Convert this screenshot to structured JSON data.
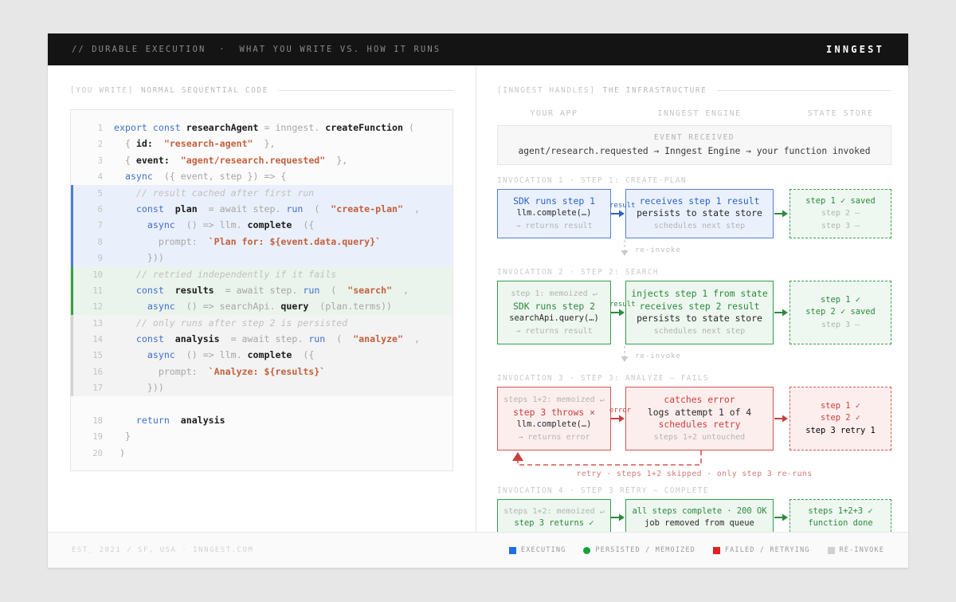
{
  "header": {
    "title": "// DURABLE EXECUTION  ·  WHAT YOU WRITE VS. HOW IT RUNS",
    "logo": "INNGEST"
  },
  "left_pane": {
    "tag": "[YOU WRITE]",
    "label": "NORMAL SEQUENTIAL CODE",
    "code_lines": [
      {
        "n": "1",
        "hl": "none",
        "tokens": [
          {
            "t": "export const ",
            "c": "k"
          },
          {
            "t": "researchAgent",
            "c": "f"
          },
          {
            "t": " = inngest. ",
            "c": "p"
          },
          {
            "t": "createFunction",
            "c": "f"
          },
          {
            "t": " (",
            "c": "p"
          }
        ]
      },
      {
        "n": "2",
        "hl": "none",
        "tokens": [
          {
            "t": "  { ",
            "c": "p"
          },
          {
            "t": "id:",
            "c": "f"
          },
          {
            "t": "  ",
            "c": "p"
          },
          {
            "t": "\"research-agent\"",
            "c": "s"
          },
          {
            "t": "  },",
            "c": "p"
          }
        ]
      },
      {
        "n": "3",
        "hl": "none",
        "tokens": [
          {
            "t": "  { ",
            "c": "p"
          },
          {
            "t": "event:",
            "c": "f"
          },
          {
            "t": "  ",
            "c": "p"
          },
          {
            "t": "\"agent/research.requested\"",
            "c": "s"
          },
          {
            "t": "  },",
            "c": "p"
          }
        ]
      },
      {
        "n": "4",
        "hl": "none",
        "tokens": [
          {
            "t": "  ",
            "c": "p"
          },
          {
            "t": "async",
            "c": "k"
          },
          {
            "t": "  ({ event, step }) => {",
            "c": "p"
          }
        ]
      },
      {
        "n": "5",
        "hl": "blue",
        "tokens": [
          {
            "t": "    // result cached after first run",
            "c": "c"
          }
        ]
      },
      {
        "n": "6",
        "hl": "blue",
        "tokens": [
          {
            "t": "    ",
            "c": "p"
          },
          {
            "t": "const",
            "c": "k"
          },
          {
            "t": "  ",
            "c": "p"
          },
          {
            "t": "plan",
            "c": "f"
          },
          {
            "t": "  = await step. ",
            "c": "p"
          },
          {
            "t": "run",
            "c": "k"
          },
          {
            "t": "  (  ",
            "c": "p"
          },
          {
            "t": "\"create-plan\"",
            "c": "s"
          },
          {
            "t": "  ,",
            "c": "p"
          }
        ]
      },
      {
        "n": "7",
        "hl": "blue",
        "tokens": [
          {
            "t": "      ",
            "c": "p"
          },
          {
            "t": "async",
            "c": "k"
          },
          {
            "t": "  () => llm. ",
            "c": "p"
          },
          {
            "t": "complete",
            "c": "f"
          },
          {
            "t": "  ({",
            "c": "p"
          }
        ]
      },
      {
        "n": "8",
        "hl": "blue",
        "tokens": [
          {
            "t": "        prompt:  ",
            "c": "p"
          },
          {
            "t": "`Plan for: ${event.data.query}`",
            "c": "s"
          }
        ]
      },
      {
        "n": "9",
        "hl": "blue",
        "tokens": [
          {
            "t": "      }))",
            "c": "p"
          }
        ]
      },
      {
        "n": "10",
        "hl": "green",
        "tokens": [
          {
            "t": "    // retried independently if it fails",
            "c": "c"
          }
        ]
      },
      {
        "n": "11",
        "hl": "green",
        "tokens": [
          {
            "t": "    ",
            "c": "p"
          },
          {
            "t": "const",
            "c": "k"
          },
          {
            "t": "  ",
            "c": "p"
          },
          {
            "t": "results",
            "c": "f"
          },
          {
            "t": "  = await step. ",
            "c": "p"
          },
          {
            "t": "run",
            "c": "k"
          },
          {
            "t": "  (  ",
            "c": "p"
          },
          {
            "t": "\"search\"",
            "c": "s"
          },
          {
            "t": "  ,",
            "c": "p"
          }
        ]
      },
      {
        "n": "12",
        "hl": "green",
        "tokens": [
          {
            "t": "      ",
            "c": "p"
          },
          {
            "t": "async",
            "c": "k"
          },
          {
            "t": "  () => searchApi. ",
            "c": "p"
          },
          {
            "t": "query",
            "c": "f"
          },
          {
            "t": "  (plan.terms))",
            "c": "p"
          }
        ]
      },
      {
        "n": "13",
        "hl": "gray",
        "tokens": [
          {
            "t": "    // only runs after step 2 is persisted",
            "c": "c"
          }
        ]
      },
      {
        "n": "14",
        "hl": "gray",
        "tokens": [
          {
            "t": "    ",
            "c": "p"
          },
          {
            "t": "const",
            "c": "k"
          },
          {
            "t": "  ",
            "c": "p"
          },
          {
            "t": "analysis",
            "c": "f"
          },
          {
            "t": "  = await step. ",
            "c": "p"
          },
          {
            "t": "run",
            "c": "k"
          },
          {
            "t": "  (  ",
            "c": "p"
          },
          {
            "t": "\"analyze\"",
            "c": "s"
          },
          {
            "t": "  ,",
            "c": "p"
          }
        ]
      },
      {
        "n": "15",
        "hl": "gray",
        "tokens": [
          {
            "t": "      ",
            "c": "p"
          },
          {
            "t": "async",
            "c": "k"
          },
          {
            "t": "  () => llm. ",
            "c": "p"
          },
          {
            "t": "complete",
            "c": "f"
          },
          {
            "t": "  ({",
            "c": "p"
          }
        ]
      },
      {
        "n": "16",
        "hl": "gray",
        "tokens": [
          {
            "t": "        prompt:  ",
            "c": "p"
          },
          {
            "t": "`Analyze: ${results}`",
            "c": "s"
          }
        ]
      },
      {
        "n": "17",
        "hl": "gray",
        "tokens": [
          {
            "t": "      }))",
            "c": "p"
          }
        ]
      },
      {
        "n": "",
        "hl": "none",
        "tokens": [
          {
            "t": " ",
            "c": "p"
          }
        ]
      },
      {
        "n": "18",
        "hl": "none",
        "tokens": [
          {
            "t": "    ",
            "c": "p"
          },
          {
            "t": "return",
            "c": "k"
          },
          {
            "t": "  ",
            "c": "p"
          },
          {
            "t": "analysis",
            "c": "f"
          }
        ]
      },
      {
        "n": "19",
        "hl": "none",
        "tokens": [
          {
            "t": "  }",
            "c": "p"
          }
        ]
      },
      {
        "n": "20",
        "hl": "none",
        "tokens": [
          {
            "t": " )",
            "c": "p"
          }
        ]
      }
    ]
  },
  "right_pane": {
    "tag": "[INNGEST HANDLES]",
    "label": "THE INFRASTRUCTURE",
    "columns": [
      "YOUR APP",
      "INNGEST ENGINE",
      "STATE STORE"
    ],
    "event_bar": {
      "title": "EVENT RECEIVED",
      "detail": "agent/research.requested → Inngest Engine → your function invoked"
    },
    "reinvoke_label": "re-invoke",
    "retry_note": "retry · steps 1+2 skipped · only step 3 re-runs",
    "rows": [
      {
        "label": "INVOCATION 1 · STEP 1: CREATE-PLAN",
        "theme": "blue",
        "arrow1_label": "result",
        "app": [
          {
            "t": "SDK runs step 1",
            "c": "hi",
            "s": "main"
          },
          {
            "t": "llm.complete(…)",
            "c": "nm",
            "s": "sub"
          },
          {
            "t": "→ returns result",
            "c": "dim",
            "s": "dim"
          }
        ],
        "engine": [
          {
            "t": "receives step 1 result",
            "c": "hi",
            "s": "main"
          },
          {
            "t": "persists to state store",
            "c": "nm",
            "s": "main"
          },
          {
            "t": "schedules next step",
            "c": "dim",
            "s": "dim"
          }
        ],
        "store": [
          {
            "t": "step 1 ✓ saved",
            "c": "hi",
            "s": "sub"
          },
          {
            "t": "step 2 –",
            "c": "dim",
            "s": "dim"
          },
          {
            "t": "step 3 –",
            "c": "dim",
            "s": "dim"
          }
        ],
        "store_theme": "dashgreen",
        "has_reinvoke": true
      },
      {
        "label": "INVOCATION 2 · STEP 2: SEARCH",
        "theme": "green",
        "arrow1_label": "result",
        "app": [
          {
            "t": "step 1: memoized ↵",
            "c": "dim",
            "s": "dim"
          },
          {
            "t": "SDK runs step 2",
            "c": "hi",
            "s": "main"
          },
          {
            "t": "searchApi.query(…)",
            "c": "nm",
            "s": "sub"
          },
          {
            "t": "→ returns result",
            "c": "dim",
            "s": "dim"
          }
        ],
        "engine": [
          {
            "t": "injects step 1 from state",
            "c": "hi",
            "s": "main"
          },
          {
            "t": "receives step 2 result",
            "c": "hi",
            "s": "main"
          },
          {
            "t": "persists to state store",
            "c": "nm",
            "s": "main"
          },
          {
            "t": "schedules next step",
            "c": "dim",
            "s": "dim"
          }
        ],
        "store": [
          {
            "t": "step 1 ✓",
            "c": "hi",
            "s": "sub"
          },
          {
            "t": "step 2 ✓ saved",
            "c": "hi",
            "s": "sub"
          },
          {
            "t": "step 3 –",
            "c": "dim",
            "s": "dim"
          }
        ],
        "store_theme": "dashgreen",
        "has_reinvoke": true
      },
      {
        "label": "INVOCATION 3 · STEP 3: ANALYZE — FAILS",
        "theme": "red",
        "arrow1_label": "error",
        "app": [
          {
            "t": "steps 1+2: memoized ↵",
            "c": "dim",
            "s": "dim"
          },
          {
            "t": "step 3 throws ×",
            "c": "hi",
            "s": "main"
          },
          {
            "t": "llm.complete(…)",
            "c": "nm",
            "s": "sub"
          },
          {
            "t": "→ returns error",
            "c": "dim",
            "s": "dim"
          }
        ],
        "engine": [
          {
            "t": "catches error",
            "c": "hi",
            "s": "main"
          },
          {
            "t": "logs attempt 1 of 4",
            "c": "nm",
            "s": "main"
          },
          {
            "t": "schedules retry",
            "c": "hi",
            "s": "main"
          },
          {
            "t": "steps 1+2 untouched",
            "c": "dim",
            "s": "dim"
          }
        ],
        "store": [
          {
            "t": "step 1 ✓",
            "c": "hi",
            "s": "sub"
          },
          {
            "t": "step 2 ✓",
            "c": "hi",
            "s": "sub"
          },
          {
            "t": "step 3 retry 1",
            "c": "nm",
            "s": "sub"
          }
        ],
        "store_theme": "dashred",
        "has_reinvoke": false
      },
      {
        "label": "INVOCATION 4 · STEP 3 RETRY — COMPLETE",
        "theme": "green",
        "arrow1_label": "",
        "app": [
          {
            "t": "steps 1+2: memoized ↵",
            "c": "dim",
            "s": "dim"
          },
          {
            "t": "step 3 returns ✓",
            "c": "hi",
            "s": "sub"
          }
        ],
        "engine": [
          {
            "t": "all steps complete · 200 OK",
            "c": "hi",
            "s": "sub"
          },
          {
            "t": "job removed from queue",
            "c": "nm",
            "s": "sub"
          }
        ],
        "store": [
          {
            "t": "steps 1+2+3 ✓",
            "c": "hi",
            "s": "sub"
          },
          {
            "t": "function done",
            "c": "hi",
            "s": "sub"
          }
        ],
        "store_theme": "dashgreen",
        "has_reinvoke": false
      }
    ]
  },
  "footer": {
    "left": "EST_ 2021 / SF, USA  ·  INNGEST.COM",
    "legend": [
      {
        "label": "EXECUTING",
        "color": "#1f6fe5",
        "shape": "square"
      },
      {
        "label": "PERSISTED / MEMOIZED",
        "color": "#18a03a",
        "shape": "circle"
      },
      {
        "label": "FAILED / RETRYING",
        "color": "#e02222",
        "shape": "square"
      },
      {
        "label": "RE-INVOKE",
        "color": "#d0d0d0",
        "shape": "square"
      }
    ]
  }
}
